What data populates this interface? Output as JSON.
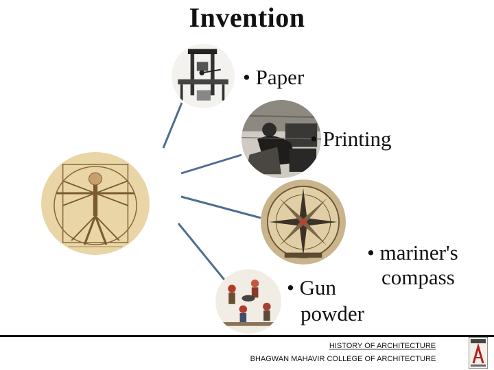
{
  "slide": {
    "title": "Invention"
  },
  "inventions": [
    {
      "label": "• Paper",
      "icon": "printing-press-icon"
    },
    {
      "label": "• Printing",
      "icon": "printer-engraving-icon"
    },
    {
      "label_line1": "• mariner's",
      "label_line2": "compass",
      "icon": "compass-rose-icon"
    },
    {
      "label_line1": "• Gun",
      "label_line2": "powder",
      "icon": "gunpowder-illustration-icon"
    }
  ],
  "hub": {
    "icon": "vitruvian-man-icon"
  },
  "footer": {
    "course": "HISTORY OF ARCHITECTURE",
    "college": "BHAGWAN MAHAVIR COLLEGE OF ARCHITECTURE",
    "logo": "college-logo-icon"
  },
  "colors": {
    "connector": "#4f6d92",
    "rule": "#111111",
    "parchment": "#e9d5a6"
  }
}
